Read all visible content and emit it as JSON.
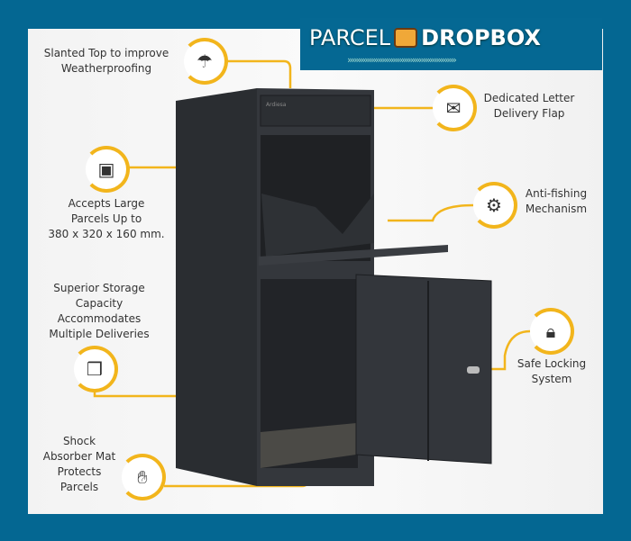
{
  "logo": {
    "left": "PARCEL",
    "right": "DROPBOX",
    "chevrons": "››››››››››››››››››››››››››››››››››››››››››››››››››"
  },
  "features": [
    {
      "icon": "weather-icon",
      "lines": [
        "Slanted Top to improve",
        "Weatherproofing"
      ]
    },
    {
      "icon": "mailbox-icon",
      "lines": [
        "Dedicated Letter",
        "Delivery Flap"
      ]
    },
    {
      "icon": "box-icon",
      "lines": [
        "Accepts Large",
        "Parcels Up to",
        "380 x 320 x 160 mm."
      ]
    },
    {
      "icon": "gears-icon",
      "lines": [
        "Anti-fishing",
        "Mechanism"
      ]
    },
    {
      "icon": "boxes-icon",
      "lines": [
        "Superior Storage",
        "Capacity",
        "Accommodates",
        "Multiple Deliveries"
      ]
    },
    {
      "icon": "lock-icon",
      "lines": [
        "Safe Locking",
        "System"
      ]
    },
    {
      "icon": "hand-icon",
      "lines": [
        "Shock",
        "Absorber Mat",
        "Protects",
        "Parcels"
      ]
    }
  ],
  "colors": {
    "background": "#046792",
    "accent": "#f2b51c",
    "cabinet": "#2c2f33"
  }
}
